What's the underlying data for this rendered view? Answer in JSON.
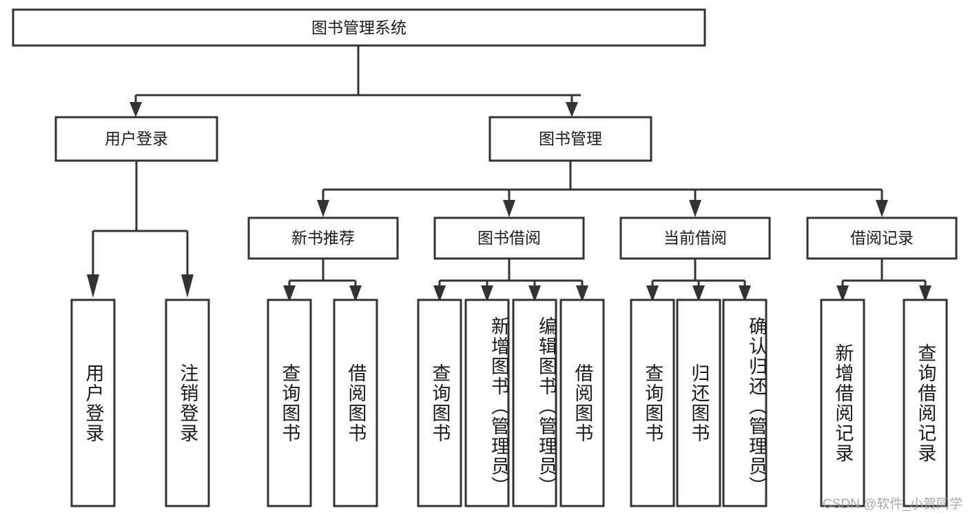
{
  "diagram": {
    "title": "图书管理系统",
    "type": "hierarchy-tree",
    "root": {
      "id": "root",
      "label": "图书管理系统",
      "orientation": "horizontal"
    },
    "level2": [
      {
        "id": "user-login",
        "label": "用户登录",
        "orientation": "horizontal"
      },
      {
        "id": "book-management",
        "label": "图书管理",
        "orientation": "horizontal"
      }
    ],
    "level3": [
      {
        "id": "new-book-recommend",
        "label": "新书推荐",
        "parent": "book-management",
        "orientation": "horizontal"
      },
      {
        "id": "book-borrow",
        "label": "图书借阅",
        "parent": "book-management",
        "orientation": "horizontal"
      },
      {
        "id": "current-borrow",
        "label": "当前借阅",
        "parent": "book-management",
        "orientation": "horizontal"
      },
      {
        "id": "borrow-record",
        "label": "借阅记录",
        "parent": "book-management",
        "orientation": "horizontal"
      }
    ],
    "leaves": [
      {
        "id": "leaf-user-login",
        "label": "用户登录",
        "parent": "user-login",
        "orientation": "vertical"
      },
      {
        "id": "leaf-user-logout",
        "label": "注销登录",
        "parent": "user-login",
        "orientation": "vertical"
      },
      {
        "id": "leaf-query-book-recommend",
        "label": "查询图书",
        "parent": "new-book-recommend",
        "orientation": "vertical"
      },
      {
        "id": "leaf-borrow-book-recommend",
        "label": "借阅图书",
        "parent": "new-book-recommend",
        "orientation": "vertical"
      },
      {
        "id": "leaf-query-book-borrow",
        "label": "查询图书",
        "parent": "book-borrow",
        "orientation": "vertical"
      },
      {
        "id": "leaf-add-book",
        "label": "新增图书（管理员）",
        "parent": "book-borrow",
        "orientation": "vertical"
      },
      {
        "id": "leaf-edit-book",
        "label": "编辑图书（管理员）",
        "parent": "book-borrow",
        "orientation": "vertical"
      },
      {
        "id": "leaf-borrow-book",
        "label": "借阅图书",
        "parent": "book-borrow",
        "orientation": "vertical"
      },
      {
        "id": "leaf-query-book-current",
        "label": "查询图书",
        "parent": "current-borrow",
        "orientation": "vertical"
      },
      {
        "id": "leaf-return-book",
        "label": "归还图书",
        "parent": "current-borrow",
        "orientation": "vertical"
      },
      {
        "id": "leaf-confirm-return",
        "label": "确认归还（管理员）",
        "parent": "current-borrow",
        "orientation": "vertical"
      },
      {
        "id": "leaf-add-borrow-record",
        "label": "新增借阅记录",
        "parent": "borrow-record",
        "orientation": "vertical"
      },
      {
        "id": "leaf-query-borrow-record",
        "label": "查询借阅记录",
        "parent": "borrow-record",
        "orientation": "vertical"
      }
    ]
  },
  "watermark": {
    "text": "CSDN @软件_小贺同学"
  },
  "colors": {
    "stroke": "#333333",
    "box_fill": "#ffffff",
    "text": "#1a1a1a",
    "background": "#ffffff",
    "watermark": "#9a9a9a"
  }
}
